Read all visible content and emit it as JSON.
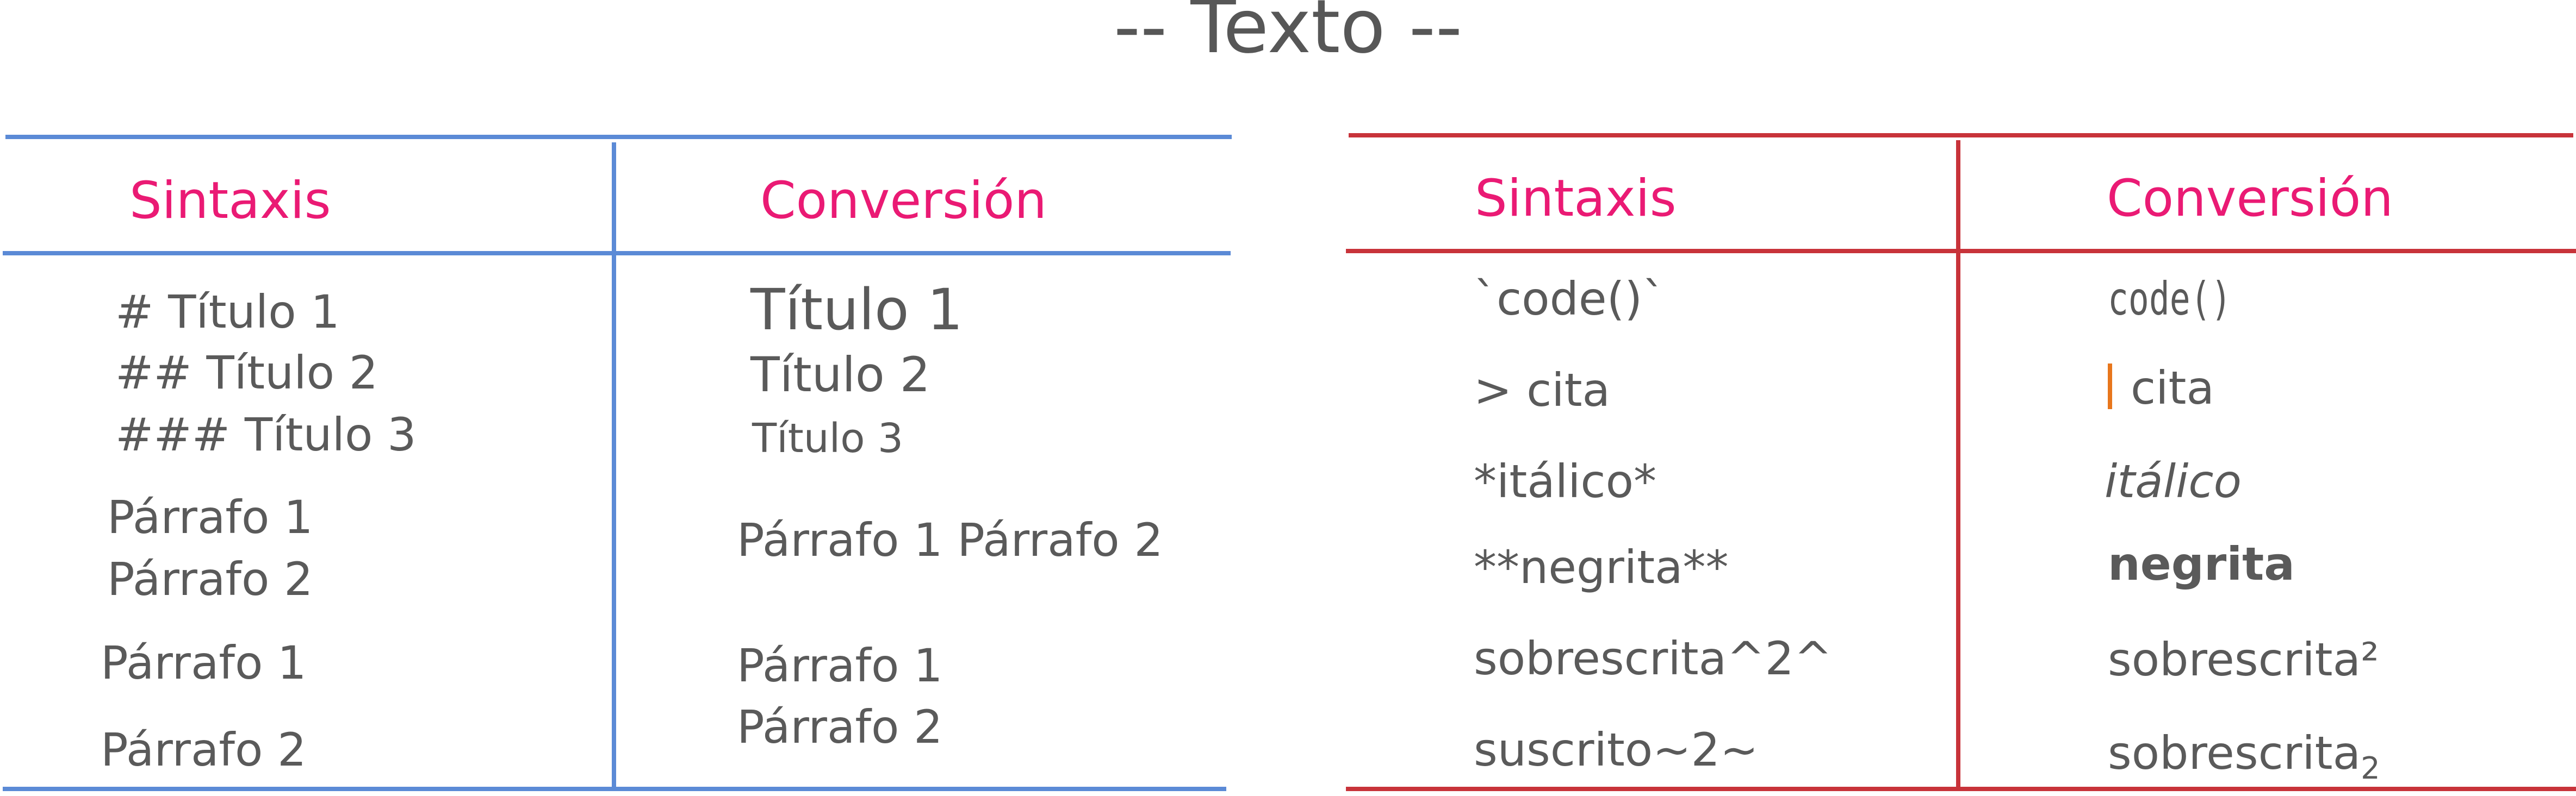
{
  "page_title": "-- Texto --",
  "colors": {
    "header_text": "#ea1a74",
    "body_text": "#5a5a5a",
    "left_table_rule": "#5b8ad6",
    "right_table_rule": "#c8333a",
    "quote_bar": "#e8761c"
  },
  "left_table": {
    "header": {
      "syntax": "Sintaxis",
      "conversion": "Conversión"
    },
    "syntax": {
      "heading_1": "# Título 1",
      "heading_2": "## Título 2",
      "heading_3": "### Título 3",
      "paragraph_a_1": "Párrafo 1",
      "paragraph_a_2": "Párrafo 2",
      "paragraph_b_1": "Párrafo 1",
      "paragraph_b_2": "Párrafo 2"
    },
    "conversion": {
      "heading_1": "Título 1",
      "heading_2": "Título 2",
      "heading_3": "Título 3",
      "paragraph_joined": "Párrafo 1 Párrafo 2",
      "paragraph_b_1": "Párrafo 1",
      "paragraph_b_2": "Párrafo 2"
    }
  },
  "right_table": {
    "header": {
      "syntax": "Sintaxis",
      "conversion": "Conversión"
    },
    "rows": [
      {
        "syntax": "`code()`",
        "conversion": "code()"
      },
      {
        "syntax": "> cita",
        "conversion": "cita"
      },
      {
        "syntax": "*itálico*",
        "conversion": "itálico"
      },
      {
        "syntax": "**negrita**",
        "conversion": "negrita"
      },
      {
        "syntax": "sobrescrita^2^",
        "conversion": "sobrescrita²"
      },
      {
        "syntax": "suscrito~2~",
        "conversion": "sobrescrita",
        "conversion_subscript": "2"
      }
    ]
  }
}
